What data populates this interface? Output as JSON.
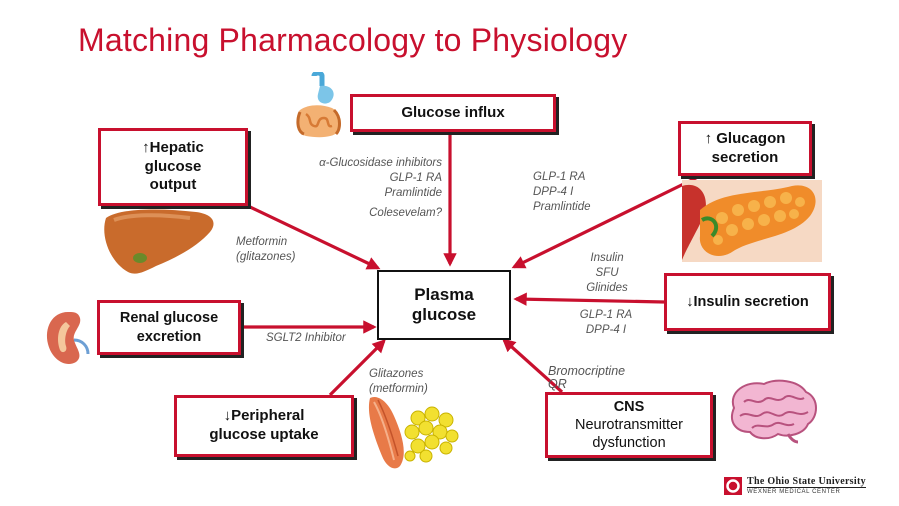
{
  "title": "Matching Pharmacology to Physiology",
  "center": {
    "line1": "Plasma",
    "line2": "glucose"
  },
  "boxes": {
    "glucose_influx": {
      "lines": [
        "Glucose influx"
      ]
    },
    "hepatic": {
      "lines": [
        "↑Hepatic",
        "glucose",
        "output"
      ]
    },
    "glucagon": {
      "lines": [
        "↑ Glucagon",
        "secretion"
      ]
    },
    "insulin": {
      "lines": [
        "↓Insulin secretion"
      ]
    },
    "renal": {
      "lines": [
        "Renal glucose",
        "excretion"
      ]
    },
    "peripheral": {
      "lines": [
        "↓Peripheral",
        "glucose uptake"
      ]
    },
    "cns": {
      "lines": [
        "CNS",
        "Neurotransmitter",
        "dysfunction"
      ]
    }
  },
  "drugs": {
    "influx": [
      "α-Glucosidase inhibitors",
      "GLP-1 RA",
      "Pramlintide"
    ],
    "influx_extra": "Colesevelam?",
    "hepatic": [
      "Metformin",
      "(glitazones)"
    ],
    "glucagon": [
      "GLP-1 RA",
      "DPP-4 I",
      "Pramlintide"
    ],
    "insulin_upper": [
      "Insulin",
      "SFU",
      "Glinides"
    ],
    "insulin_lower": [
      "GLP-1 RA",
      "DPP-4 I"
    ],
    "renal": "SGLT2 Inhibitor",
    "peripheral": [
      "Glitazones",
      "(metformin)"
    ],
    "cns": [
      "Bromocriptine",
      "QR"
    ]
  },
  "logo": {
    "name": "The Ohio State University",
    "sub": "WEXNER MEDICAL CENTER"
  },
  "colors": {
    "accent": "#c8102e",
    "text": "#111111",
    "drug_text": "#555555"
  },
  "icons": [
    "gut-icon",
    "liver-icon",
    "pancreas-icon",
    "kidney-icon",
    "muscle-fat-icon",
    "brain-icon",
    "osu-logo-icon"
  ]
}
